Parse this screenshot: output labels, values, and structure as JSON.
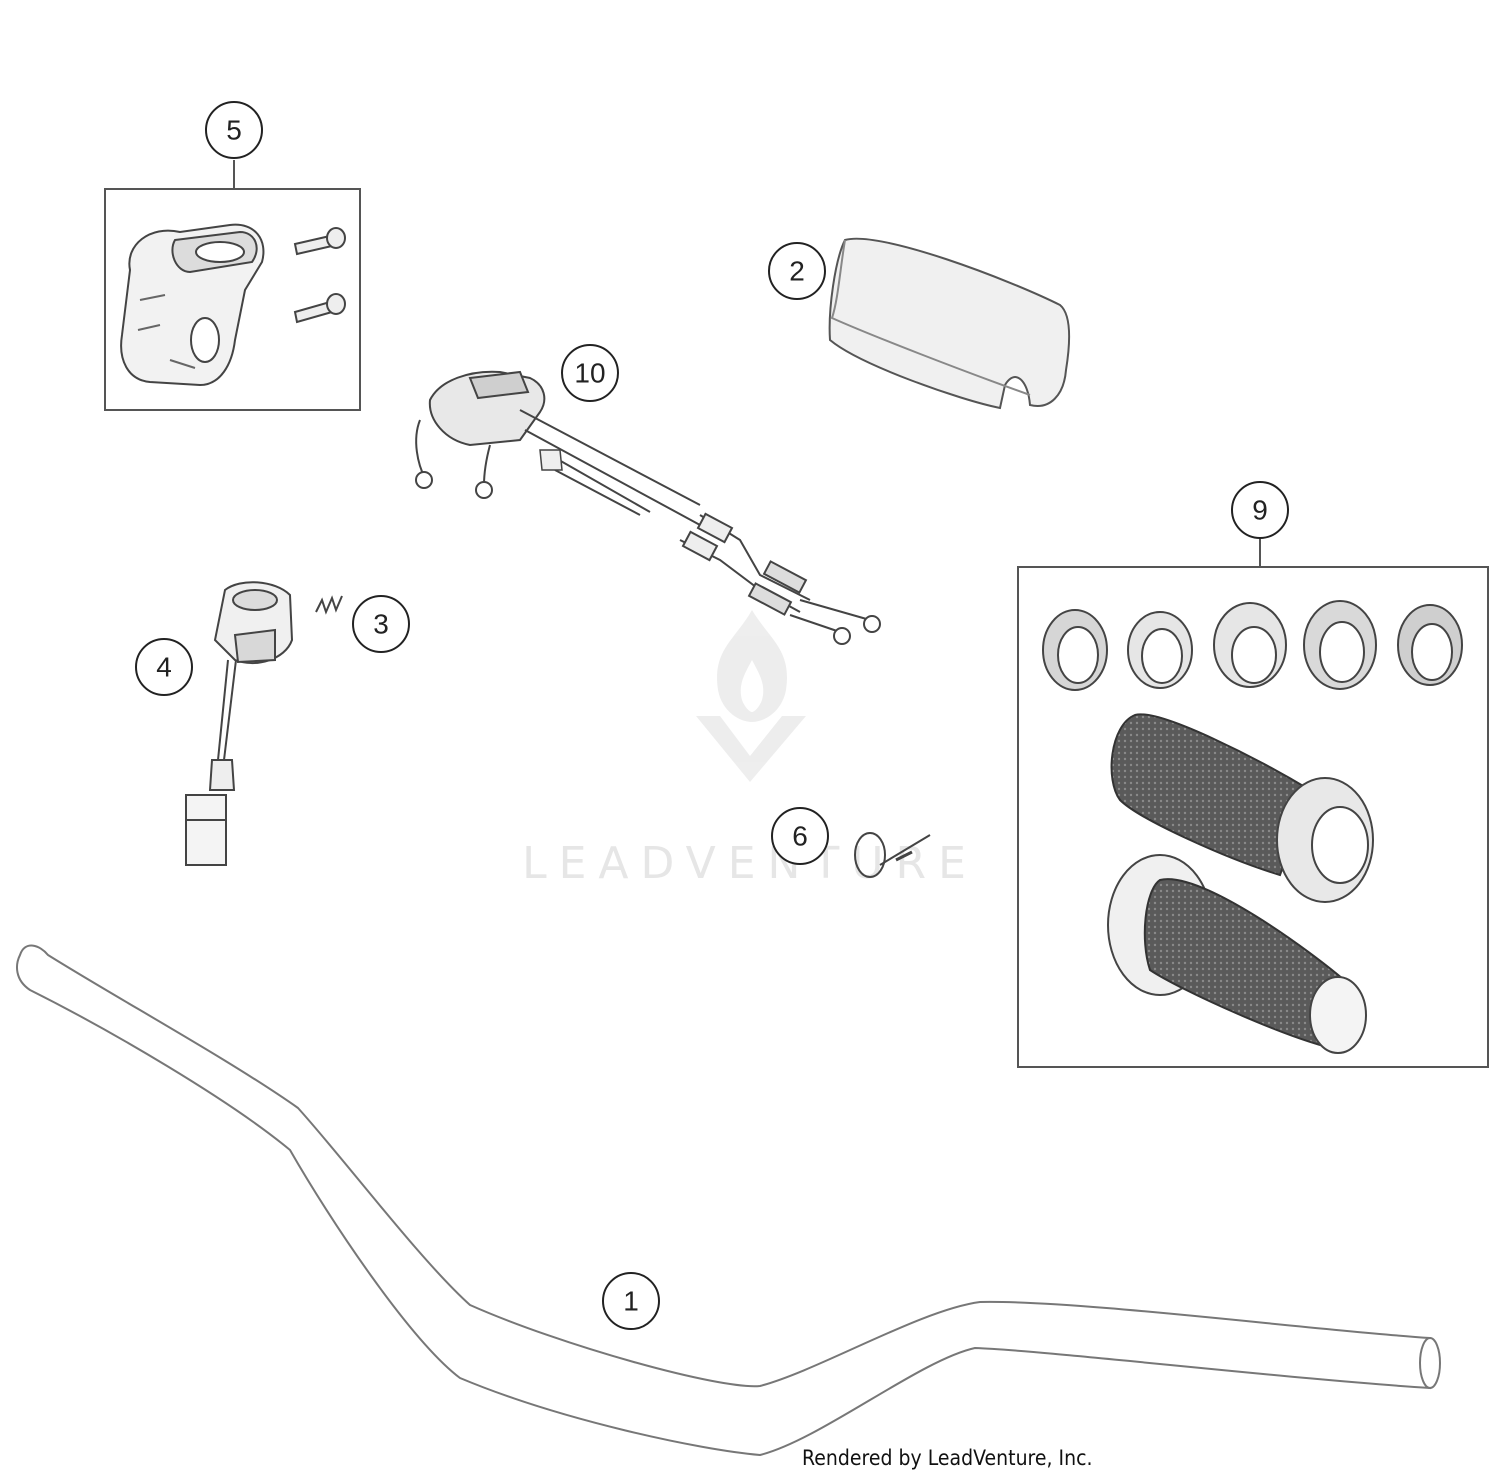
{
  "callouts": {
    "c1": "1",
    "c2": "2",
    "c3": "3",
    "c4": "4",
    "c5": "5",
    "c6": "6",
    "c9": "9",
    "c10": "10"
  },
  "watermark": {
    "text": "LEADVENTURE"
  },
  "footer": {
    "text": "Rendered by LeadVenture, Inc."
  },
  "colors": {
    "line": "#555555",
    "light_line": "#9a9a9a",
    "grip_dark": "#4a4a4a",
    "watermark": "#e6e6e6"
  }
}
